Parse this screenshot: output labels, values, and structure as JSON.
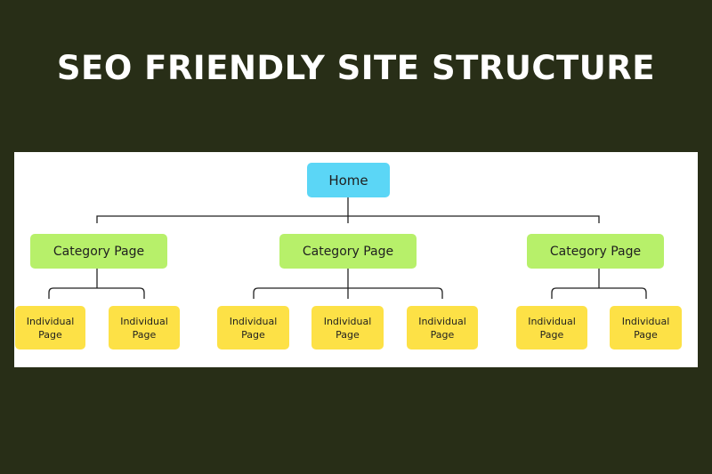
{
  "title": "SEO FRIENDLY SITE STRUCTURE",
  "colors": {
    "background": "#282e17",
    "panel": "#ffffff",
    "home": "#5bd6f6",
    "category": "#b7f06a",
    "individual": "#fde146",
    "connector": "#222222"
  },
  "diagram": {
    "home": {
      "label": "Home"
    },
    "categories": [
      {
        "label": "Category Page",
        "children": [
          "Individual\nPage",
          "Individual\nPage"
        ]
      },
      {
        "label": "Category Page",
        "children": [
          "Individual\nPage",
          "Individual\nPage",
          "Individual\nPage"
        ]
      },
      {
        "label": "Category Page",
        "children": [
          "Individual\nPage",
          "Individual\nPage"
        ]
      }
    ]
  }
}
